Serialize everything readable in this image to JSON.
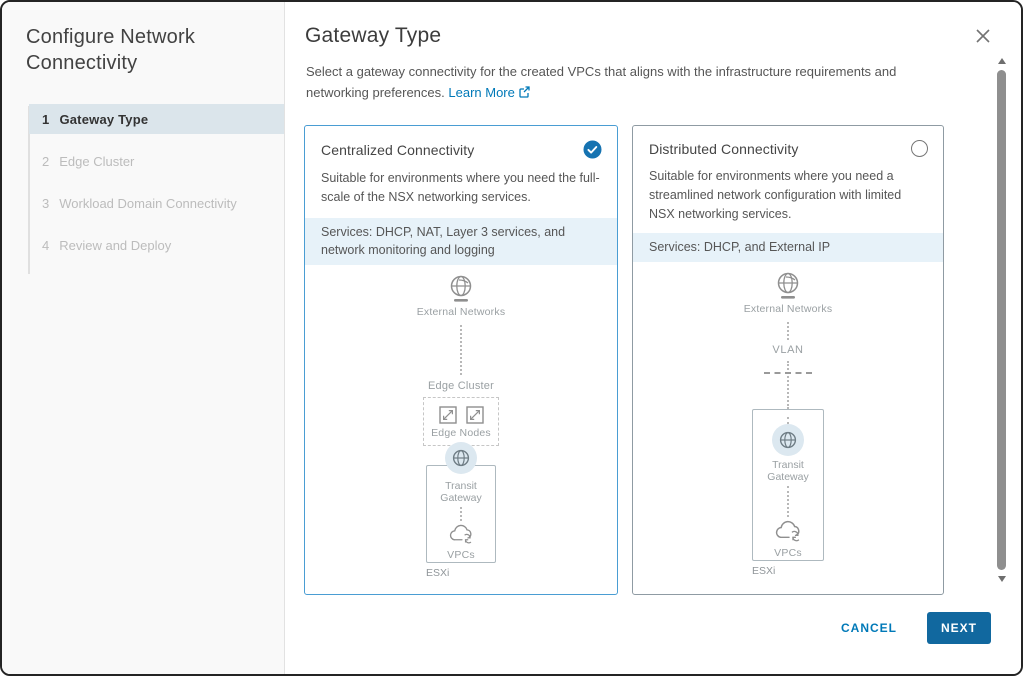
{
  "sidebar": {
    "title": "Configure Network Connectivity",
    "steps": [
      {
        "number": "1",
        "label": "Gateway Type",
        "active": true
      },
      {
        "number": "2",
        "label": "Edge Cluster",
        "active": false
      },
      {
        "number": "3",
        "label": "Workload Domain Connectivity",
        "active": false
      },
      {
        "number": "4",
        "label": "Review and Deploy",
        "active": false
      }
    ]
  },
  "header": {
    "title": "Gateway Type",
    "description": "Select a gateway connectivity for the created VPCs that aligns with the infrastructure requirements and networking preferences.",
    "learn_more_label": "Learn More"
  },
  "cards": [
    {
      "title": "Centralized Connectivity",
      "selected": true,
      "description": "Suitable for environments where you need the full-scale of the NSX networking services.",
      "services": "Services: DHCP, NAT, Layer 3 services, and network monitoring and logging",
      "diagram": {
        "external_networks": "External Networks",
        "edge_cluster": "Edge Cluster",
        "edge_nodes": "Edge Nodes",
        "transit_gateway": "Transit Gateway",
        "vpcs": "VPCs",
        "esxi": "ESXi"
      }
    },
    {
      "title": "Distributed Connectivity",
      "selected": false,
      "description": "Suitable for environments where you need a streamlined network configuration with limited NSX networking services.",
      "services": "Services: DHCP, and External IP",
      "diagram": {
        "external_networks": "External Networks",
        "vlan": "VLAN",
        "transit_gateway": "Transit Gateway",
        "vpcs": "VPCs",
        "esxi": "ESXi"
      }
    }
  ],
  "footer": {
    "cancel_label": "CANCEL",
    "next_label": "NEXT"
  },
  "colors": {
    "accent_link": "#0079b8",
    "next_button": "#11689f",
    "selected_card_border": "#4a9dd3",
    "selected_check_fill": "#1673b1",
    "services_background": "#e7f2f9",
    "active_step_background": "#dbe5eb",
    "sidebar_background": "#f9f9f9"
  }
}
